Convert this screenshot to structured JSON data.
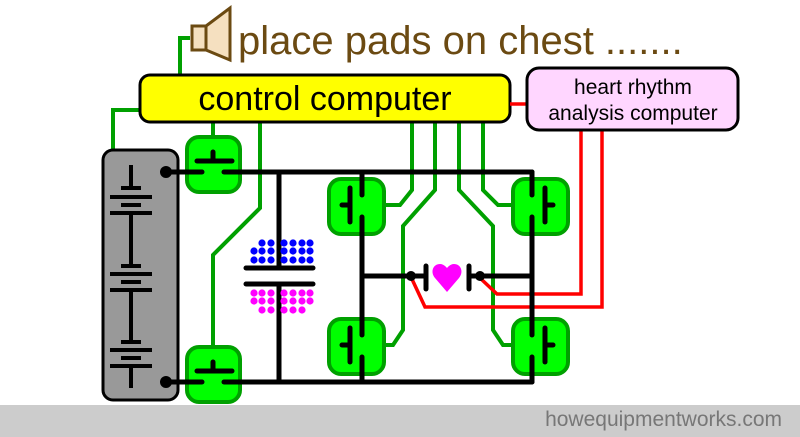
{
  "title": "place pads on chest .......",
  "control_computer": "control computer",
  "heart_rhythm": [
    "heart rhythm",
    "analysis computer"
  ],
  "footer": "howequipmentworks.com",
  "colors": {
    "title": "#6b4a12",
    "control": "#ffff00",
    "analysis": "#ffd6ff",
    "switch": "#00ff00",
    "wire_green": "#00a000",
    "wire_red": "#ff0000",
    "battery": "#999999",
    "heart": "#ff00ff",
    "positive": "#0000ff",
    "negative": "#ff00ff"
  }
}
